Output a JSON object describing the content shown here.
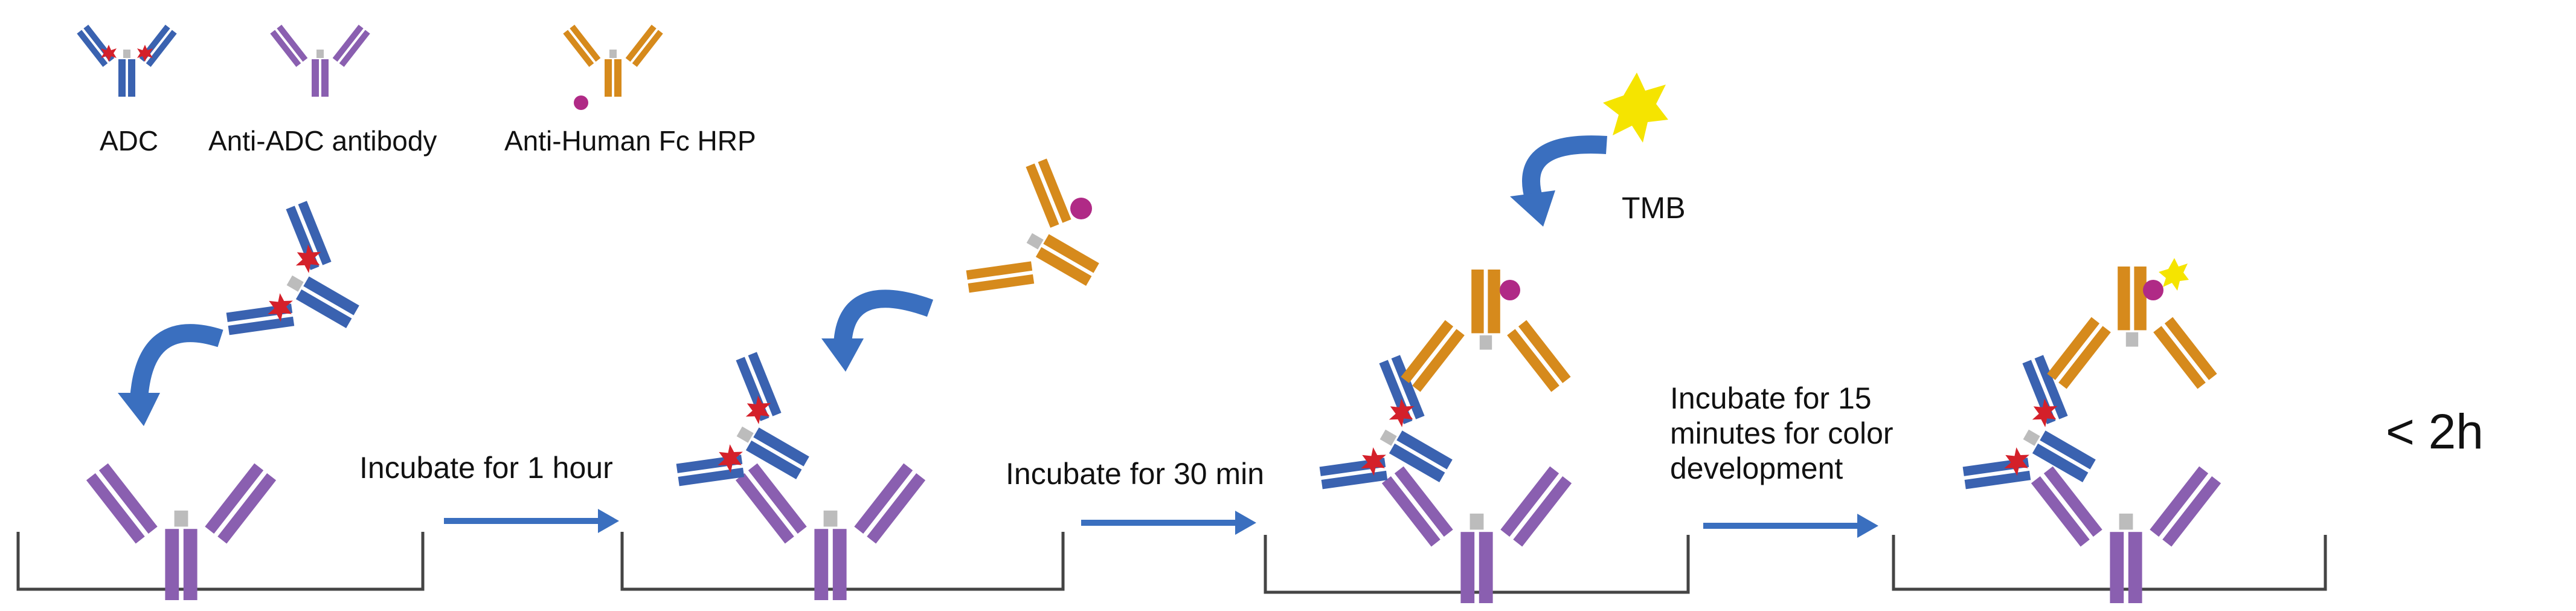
{
  "legend": {
    "adc": "ADC",
    "anti_adc": "Anti-ADC antibody",
    "anti_human": "Anti-Human Fc HRP"
  },
  "steps": {
    "step1": "Incubate for 1 hour",
    "step2": "Incubate for 30 min",
    "step3_line1": "Incubate for 15",
    "step3_line2": "minutes for color",
    "step3_line3": "development"
  },
  "tmb_label": "TMB",
  "total_time": "< 2h",
  "colors": {
    "adc_blue": "#3a62b0",
    "anti_adc_purple": "#8a5fb0",
    "anti_human_orange": "#d68a1c",
    "hrp_magenta": "#b02a86",
    "drug_red": "#d4202a",
    "tmb_yellow": "#f5e400",
    "arrow_blue": "#3a6fbf",
    "hinge_grey": "#bcbcbc",
    "well_grey": "#444444"
  }
}
